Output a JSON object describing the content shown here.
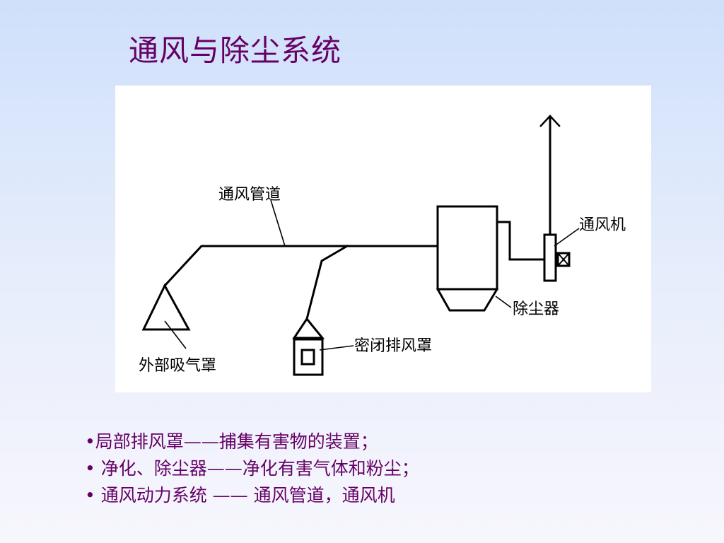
{
  "title": "通风与除尘系统",
  "diagram": {
    "labels": {
      "duct": "通风管道",
      "fan": "通风机",
      "collector": "除尘器",
      "sealed_hood": "密闭排风罩",
      "external_hood": "外部吸气罩"
    }
  },
  "bullets": [
    "•局部排风罩——捕集有害物的装置；",
    "• 净化、除尘器——净化有害气体和粉尘；",
    "• 通风动力系统 —— 通风管道，通风机"
  ]
}
